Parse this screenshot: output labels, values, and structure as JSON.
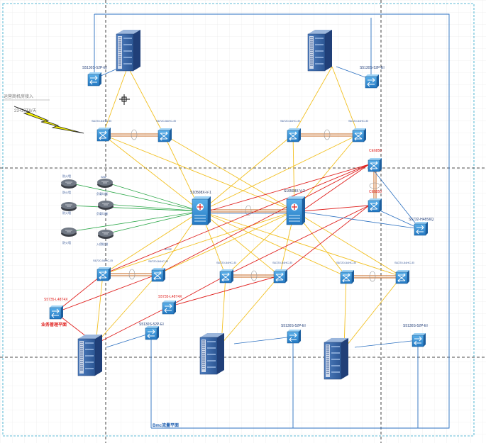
{
  "diagram": {
    "top_left_switch_label": "S5130S-52P-EI",
    "top_right_switch_label": "S5130S-52P-EI",
    "internet_label": "运营商机房接入",
    "internet_bandwidth": "23+27T8/天",
    "core1_label": "S10508X-V-1",
    "core2_label": "S10508X-V-2",
    "ce_top_label": "CE6850",
    "ce_mid_label": "CE6850",
    "right_switch_label": "S5732-H48S6Q",
    "bottom_left_switch_label": "S5735-L48T4X",
    "mid_switch_label": "S5735-L48T4X",
    "business_plane_label": "业务管理平面",
    "pod1_switch_label": "S5130S-52P-EI",
    "pod2_switch_label": "S5130S-52P-EI",
    "pod3_switch_label": "S5130S-52P-EI",
    "bmc_plane_label": "Bmc流量平面",
    "link_label": "80GE",
    "upper_leaf_labels": [
      "S6720-54HC-EI",
      "S6720-54HC-EI",
      "S6720-54HC-EI",
      "S6720-54HC-EI"
    ],
    "lower_leaf_labels": [
      "S6720-54HC-EI",
      "S6720-54HC-EI",
      "S6720-54HC-EI",
      "S6720-54HC-EI",
      "S6720-54HC-EI",
      "S6720-54HC-EI"
    ],
    "firewall_left_labels": [
      "防火墙",
      "防火墙",
      "防火墙",
      "防火墙"
    ],
    "firewall_right_labels": [
      "WAF",
      "负载均衡",
      "负载均衡",
      "入侵检测"
    ]
  }
}
